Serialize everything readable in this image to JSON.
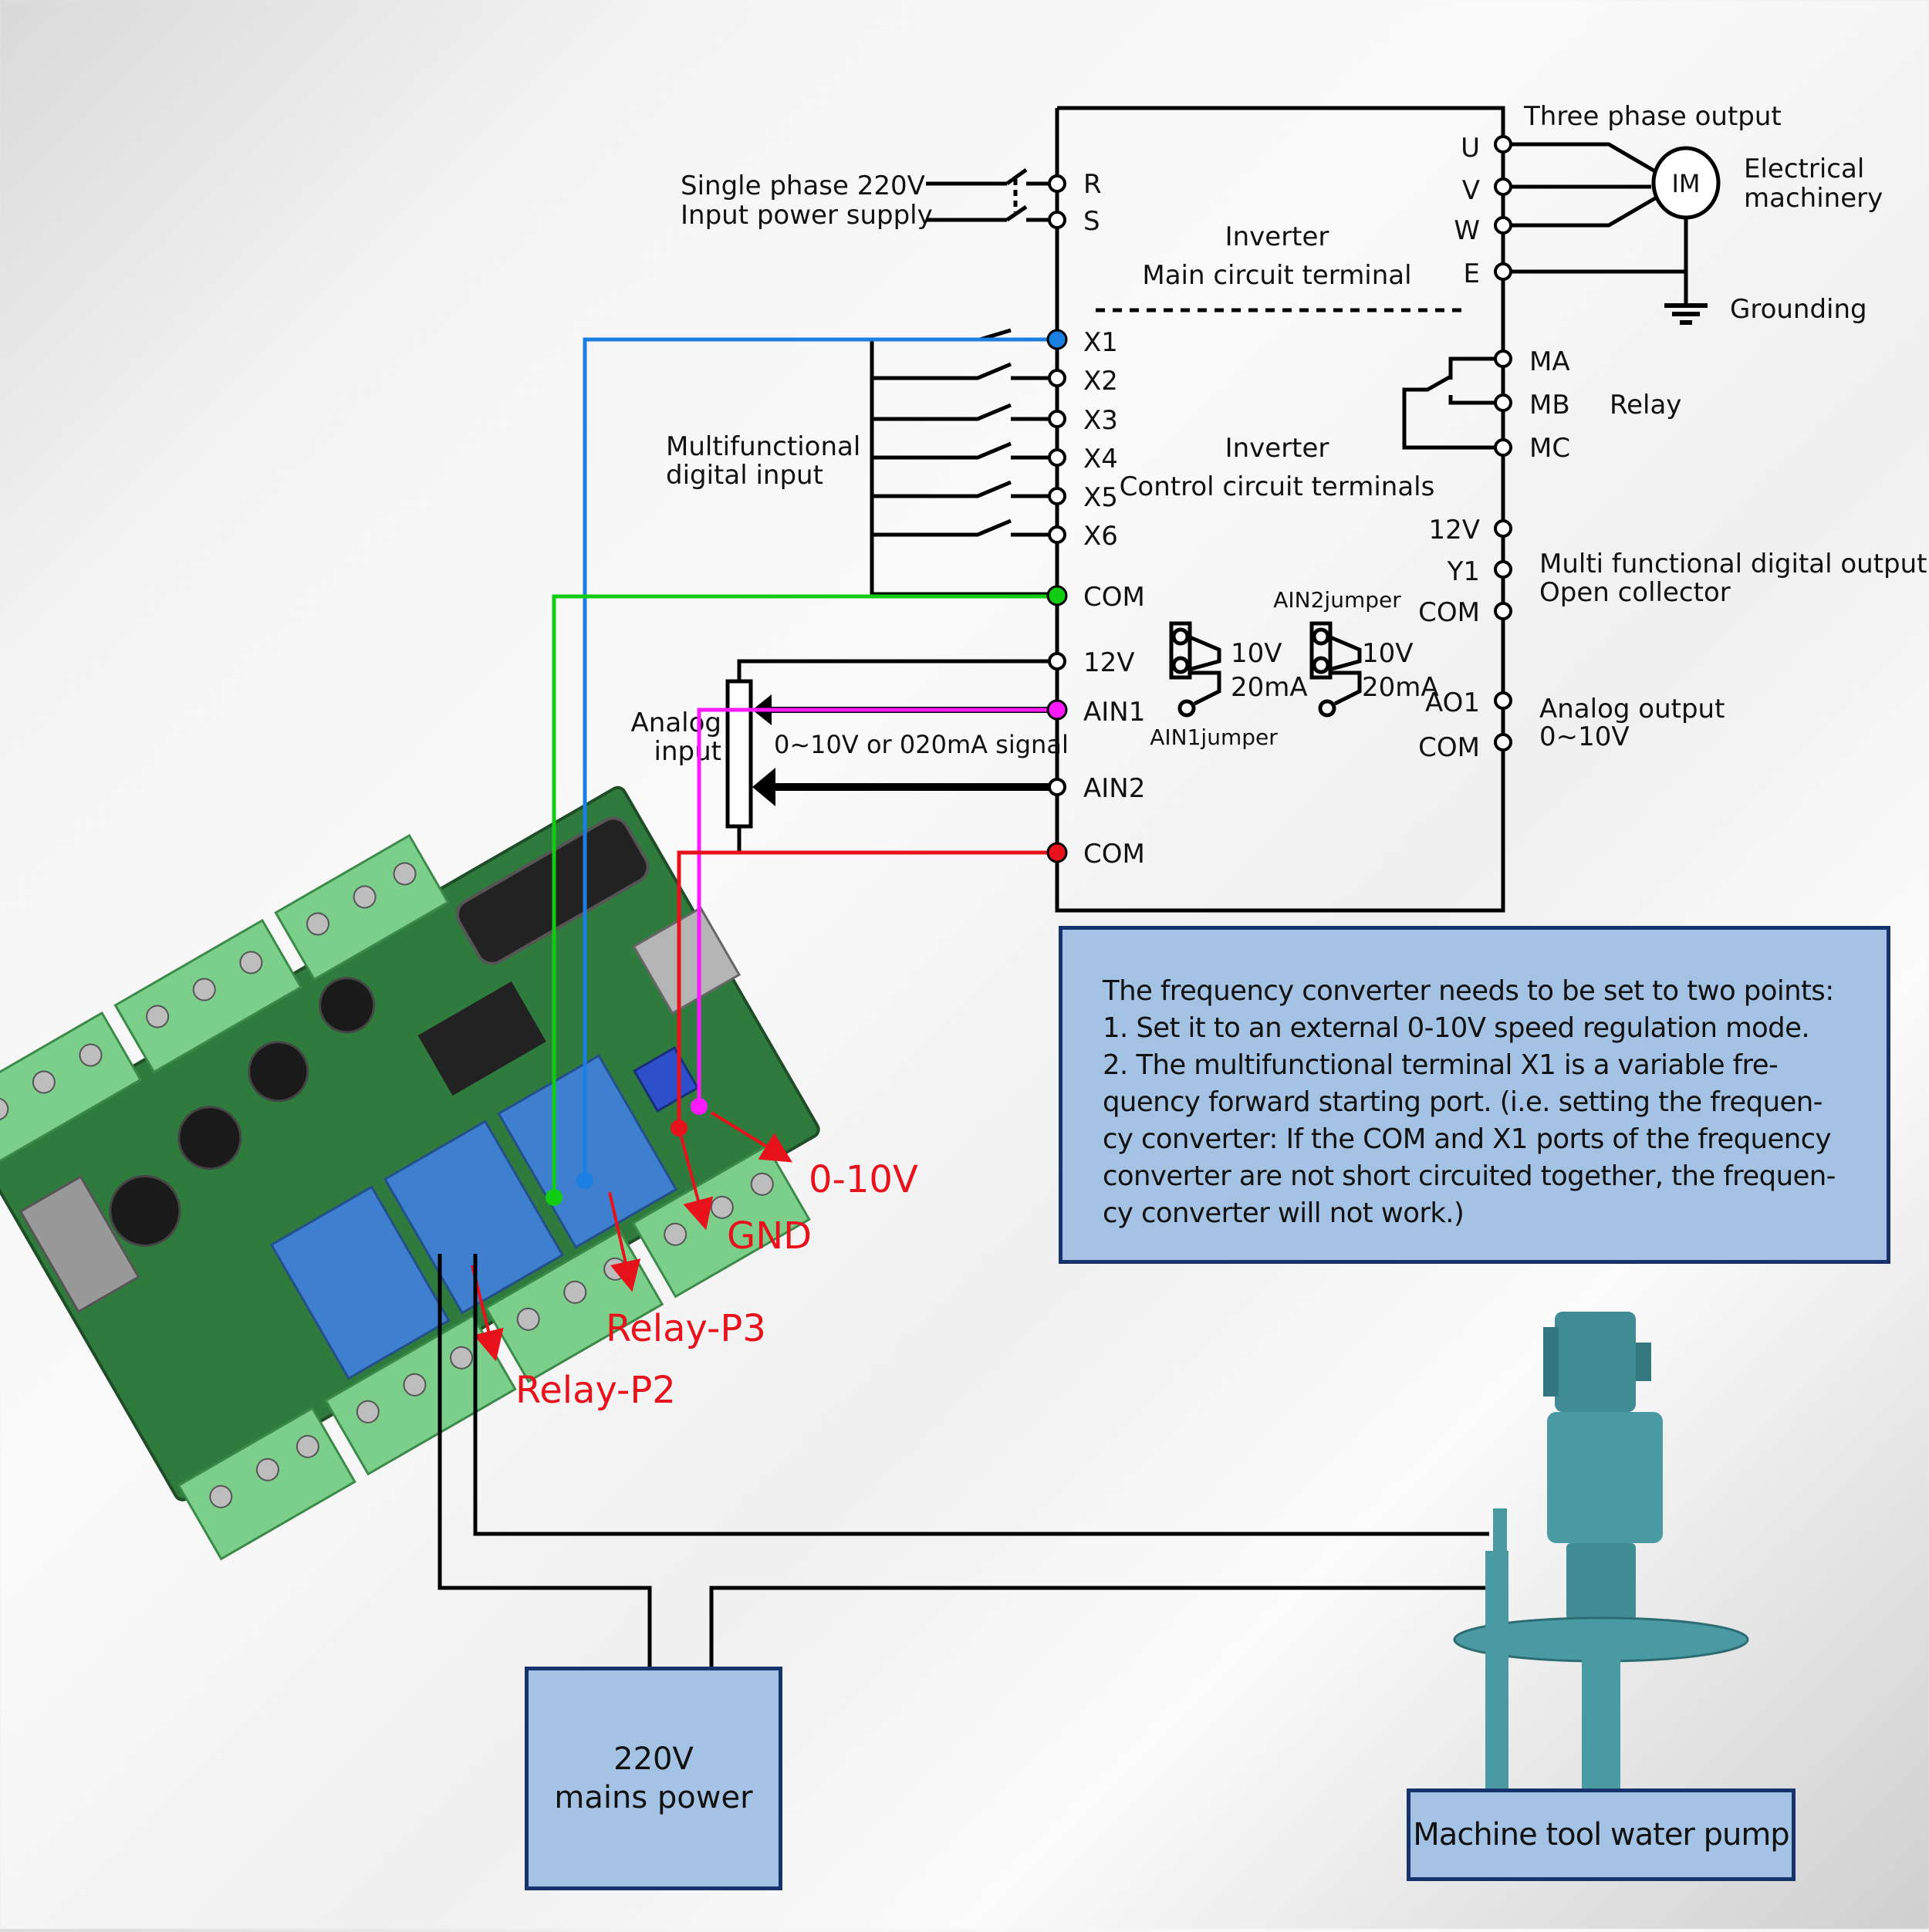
{
  "main_circuit": {
    "title_line1": "Inverter",
    "title_line2": "Main circuit terminal",
    "input_label_line1": "Single phase 220V",
    "input_label_line2": "Input power supply",
    "input_terminals": [
      "R",
      "S"
    ],
    "output_header": "Three phase output",
    "output_terminals": [
      "U",
      "V",
      "W",
      "E"
    ],
    "motor_symbol": "IM",
    "motor_label_line1": "Electrical",
    "motor_label_line2": "machinery",
    "ground_label": "Grounding"
  },
  "control_circuit": {
    "title_line1": "Inverter",
    "title_line2": "Control circuit terminals",
    "digital_input_label_line1": "Multifunctional",
    "digital_input_label_line2": "digital input",
    "digital_inputs": [
      "X1",
      "X2",
      "X3",
      "X4",
      "X5",
      "X6",
      "COM"
    ],
    "analog_label_line1": "Analog",
    "analog_label_line2": "input",
    "analog_signal_label": "0~10V or 020mA signal",
    "analog_terminals": [
      "12V",
      "AIN1",
      "AIN2",
      "COM"
    ],
    "relay_terminals": [
      "MA",
      "MB",
      "MC"
    ],
    "relay_label": "Relay",
    "digital_output_terminals": [
      "12V",
      "Y1",
      "COM"
    ],
    "digital_output_label_line1": "Multi functional digital output",
    "digital_output_label_line2": "Open collector",
    "analog_output_terminals": [
      "AO1",
      "COM"
    ],
    "analog_output_label_line1": "Analog output",
    "analog_output_label_line2": "0~10V",
    "jumper1_label": "AIN1jumper",
    "jumper2_label": "AIN2jumper",
    "jumper_option_voltage": "10V",
    "jumper_option_current": "20mA"
  },
  "wire_colors": {
    "x1": "#1a7fe0",
    "com": "#12cc12",
    "ain1": "#ff19ff",
    "gnd": "#e8121c"
  },
  "board_callouts": {
    "analog_out": "0-10V",
    "gnd": "GND",
    "relay_p3": "Relay-P3",
    "relay_p2": "Relay-P2",
    "callout_color": "#e8121c"
  },
  "note": {
    "lines": [
      "The frequency converter needs to be set to two points:",
      "1. Set it to an external 0-10V speed regulation mode.",
      "2. The multifunctional terminal X1 is a variable fre-",
      "quency forward starting port. (i.e. setting the frequen-",
      "cy converter: If the COM and X1 ports of the frequency",
      "converter are not short circuited together, the frequen-",
      "cy converter will not work.)"
    ]
  },
  "mains_power": {
    "line1": "220V",
    "line2": "mains power"
  },
  "pump": {
    "label": "Machine tool water pump"
  }
}
